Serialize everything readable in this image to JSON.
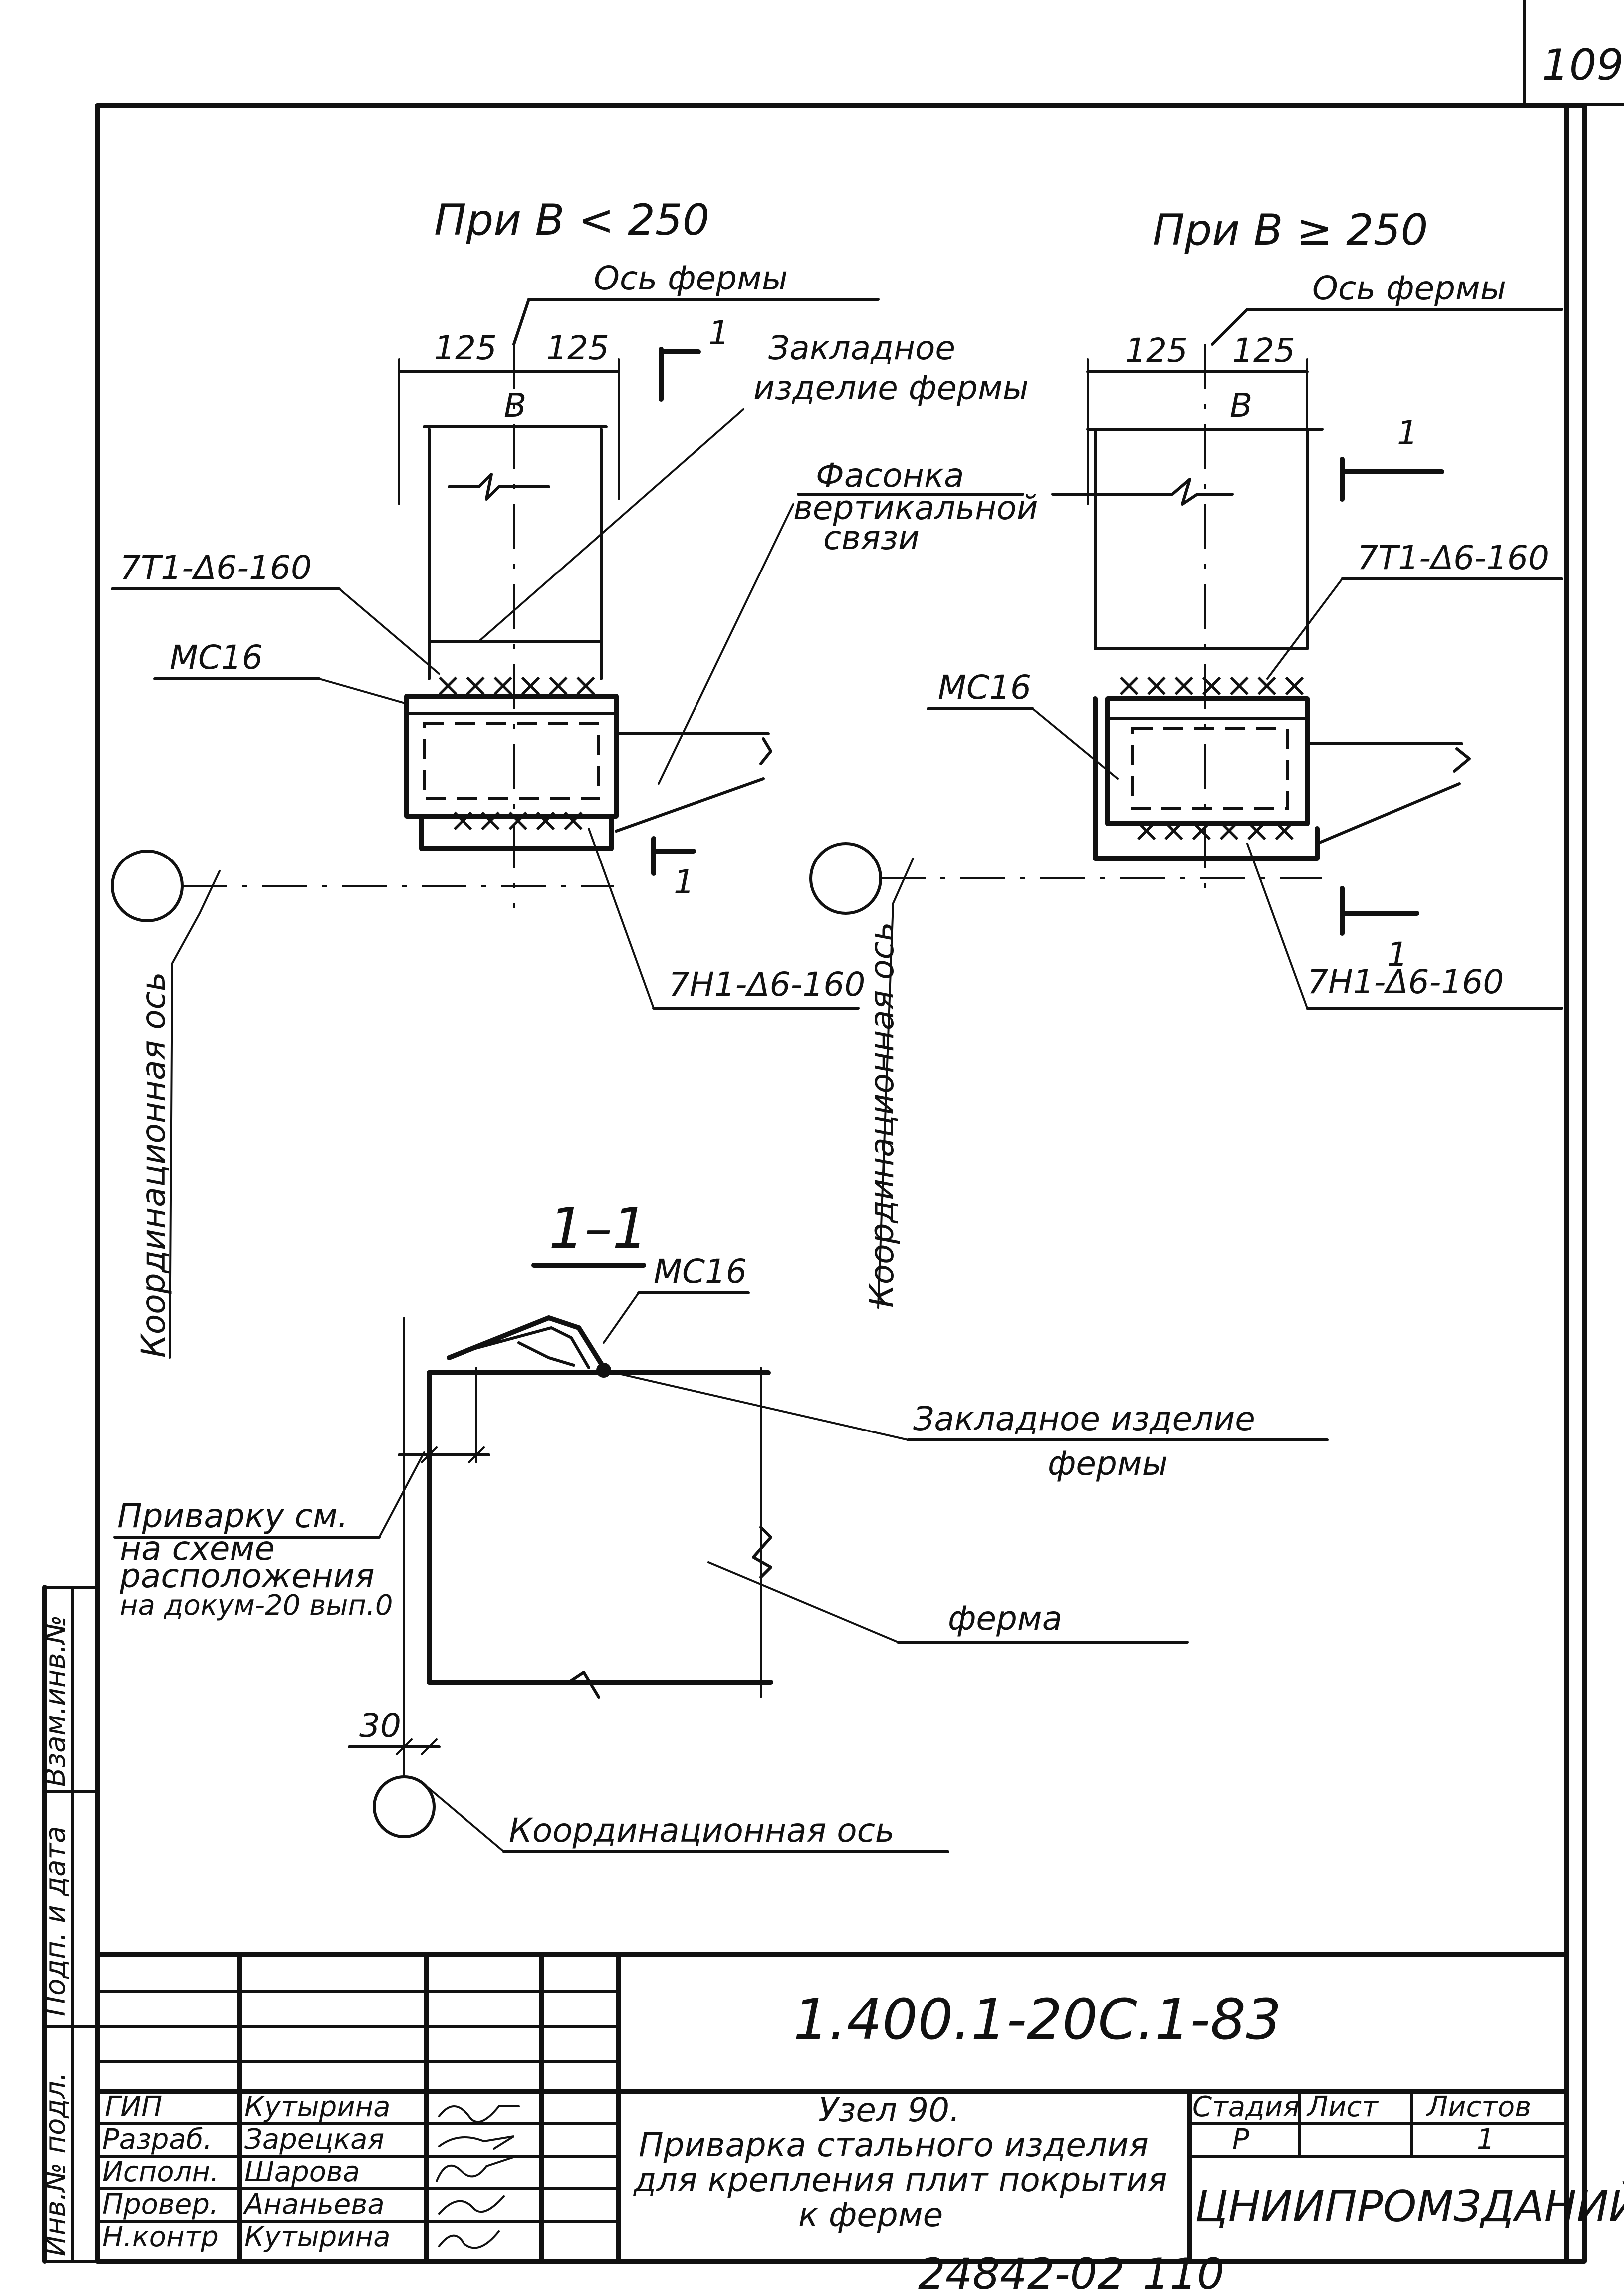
{
  "page_number": "109",
  "left_view": {
    "condition": "При B < 250",
    "truss_axis": "Ось фермы",
    "dim_left": "125",
    "dim_right": "125",
    "dim_b": "B",
    "embedded_part": "Закладное изделие фермы",
    "weld_top": "7Т1-Δ6-160",
    "channel": "МС16",
    "weld_bottom": "7Н1-Δ6-160",
    "section_mark_top": "1",
    "section_mark_bottom": "1"
  },
  "middle_note": {
    "gusset": "Фасонка вертикальной связи"
  },
  "right_view": {
    "condition": "При B ≥ 250",
    "truss_axis": "Ось фермы",
    "dim_left": "125",
    "dim_right": "125",
    "dim_b": "B",
    "weld_top": "7Т1-Δ6-160",
    "channel": "МС16",
    "weld_bottom": "7Н1-Δ6-160",
    "section_mark_top": "1",
    "section_mark_bottom": "1"
  },
  "coord_axis_vertical_1": "Координационная ось",
  "coord_axis_vertical_2": "Координационная ось",
  "section": {
    "title": "1–1",
    "channel": "МС16",
    "embedded_part_1": "Закладное изделие",
    "embedded_part_2": "фермы",
    "welding_note_1": "Приварку см.",
    "welding_note_2": "на схеме",
    "welding_note_3": "расположения",
    "welding_note_4": "на докум-20 вып.0",
    "truss": "ферма",
    "dim_30": "30",
    "coord_axis": "Координационная ось"
  },
  "side_stamp": {
    "inv_no": "Инв.№ подл.",
    "sign_date": "Подп. и дата",
    "replaces": "Взам.инв.№"
  },
  "title_block": {
    "doc_code": "1.400.1-20С.1-83",
    "roles": [
      "ГИП",
      "Разраб.",
      "Исполн.",
      "Провер.",
      "Н.контр"
    ],
    "names": [
      "Кутырина",
      "Зарецкая",
      "Шарова",
      "Ананьева",
      "Кутырина"
    ],
    "drawing_title_1": "Узел 90.",
    "drawing_title_2": "Приварка стального изделия",
    "drawing_title_3": "для крепления плит покрытия",
    "drawing_title_4": "к ферме",
    "stage_header": "Стадия",
    "sheet_header": "Лист",
    "sheets_header": "Листов",
    "stage": "Р",
    "sheet": "",
    "sheets": "1",
    "organization": "ЦНИИПРОМЗДАНИЙ"
  },
  "bottom_code": "24842-02",
  "bottom_page": "110"
}
